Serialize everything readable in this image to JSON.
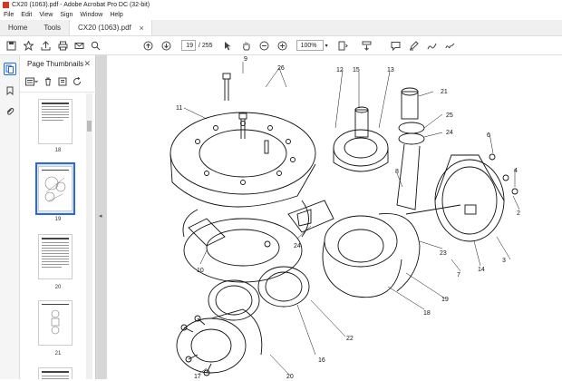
{
  "window": {
    "title": "CX20 (1063).pdf - Adobe Acrobat Pro DC (32-bit)"
  },
  "menu": [
    "File",
    "Edit",
    "View",
    "Sign",
    "Window",
    "Help"
  ],
  "tabs": {
    "home": "Home",
    "tools": "Tools",
    "document": "CX20 (1063).pdf"
  },
  "toolbar": {
    "page_current": "19",
    "page_total": "/ 255",
    "zoom": "100%"
  },
  "panel": {
    "title": "Page Thumbnails",
    "thumbnails": [
      {
        "label": "18"
      },
      {
        "label": "19"
      },
      {
        "label": "20"
      },
      {
        "label": "21"
      }
    ]
  },
  "diagram": {
    "callouts": [
      "9",
      "26",
      "12",
      "15",
      "13",
      "21",
      "11",
      "25",
      "24",
      "6",
      "8",
      "4",
      "2",
      "24",
      "23",
      "7",
      "14",
      "3",
      "10",
      "19",
      "18",
      "22",
      "16",
      "20",
      "17"
    ]
  }
}
